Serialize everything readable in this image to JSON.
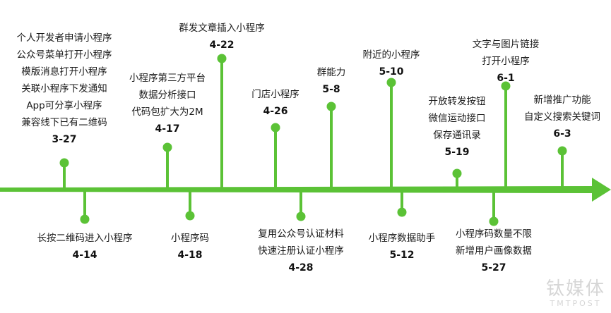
{
  "colors": {
    "axis": "#5bc236",
    "stem": "#5bc236",
    "text": "#1a1a1a",
    "watermark": "#d6d6d6"
  },
  "events": [
    {
      "date": "3-27",
      "lines": [
        "个人开发者申请小程序",
        "公众号菜单打开小程序",
        "模版消息打开小程序",
        "关联小程序下发通知",
        "App可分享小程序",
        "兼容线下已有二维码"
      ],
      "side": "above"
    },
    {
      "date": "4-14",
      "lines": [
        "长按二维码进入小程序"
      ],
      "side": "below"
    },
    {
      "date": "4-17",
      "lines": [
        "小程序第三方平台",
        "数据分析接口",
        "代码包扩大为2M"
      ],
      "side": "above"
    },
    {
      "date": "4-18",
      "lines": [
        "小程序码"
      ],
      "side": "below"
    },
    {
      "date": "4-22",
      "lines": [
        "群发文章插入小程序"
      ],
      "side": "above"
    },
    {
      "date": "4-26",
      "lines": [
        "门店小程序"
      ],
      "side": "above"
    },
    {
      "date": "4-28",
      "lines": [
        "复用公众号认证材料",
        "快速注册认证小程序"
      ],
      "side": "below"
    },
    {
      "date": "5-8",
      "lines": [
        "群能力"
      ],
      "side": "above"
    },
    {
      "date": "5-10",
      "lines": [
        "附近的小程序"
      ],
      "side": "above"
    },
    {
      "date": "5-12",
      "lines": [
        "小程序数据助手"
      ],
      "side": "below"
    },
    {
      "date": "5-19",
      "lines": [
        "开放转发按钮",
        "微信运动接口",
        "保存通讯录"
      ],
      "side": "above"
    },
    {
      "date": "5-27",
      "lines": [
        "小程序码数量不限",
        "新增用户画像数据"
      ],
      "side": "below"
    },
    {
      "date": "6-1",
      "lines": [
        "文字与图片链接",
        "打开小程序"
      ],
      "side": "above"
    },
    {
      "date": "6-3",
      "lines": [
        "新增推广功能",
        "自定义搜索关键词"
      ],
      "side": "above"
    }
  ],
  "watermark": {
    "cn": "钛媒体",
    "en": "TMTPOST"
  }
}
